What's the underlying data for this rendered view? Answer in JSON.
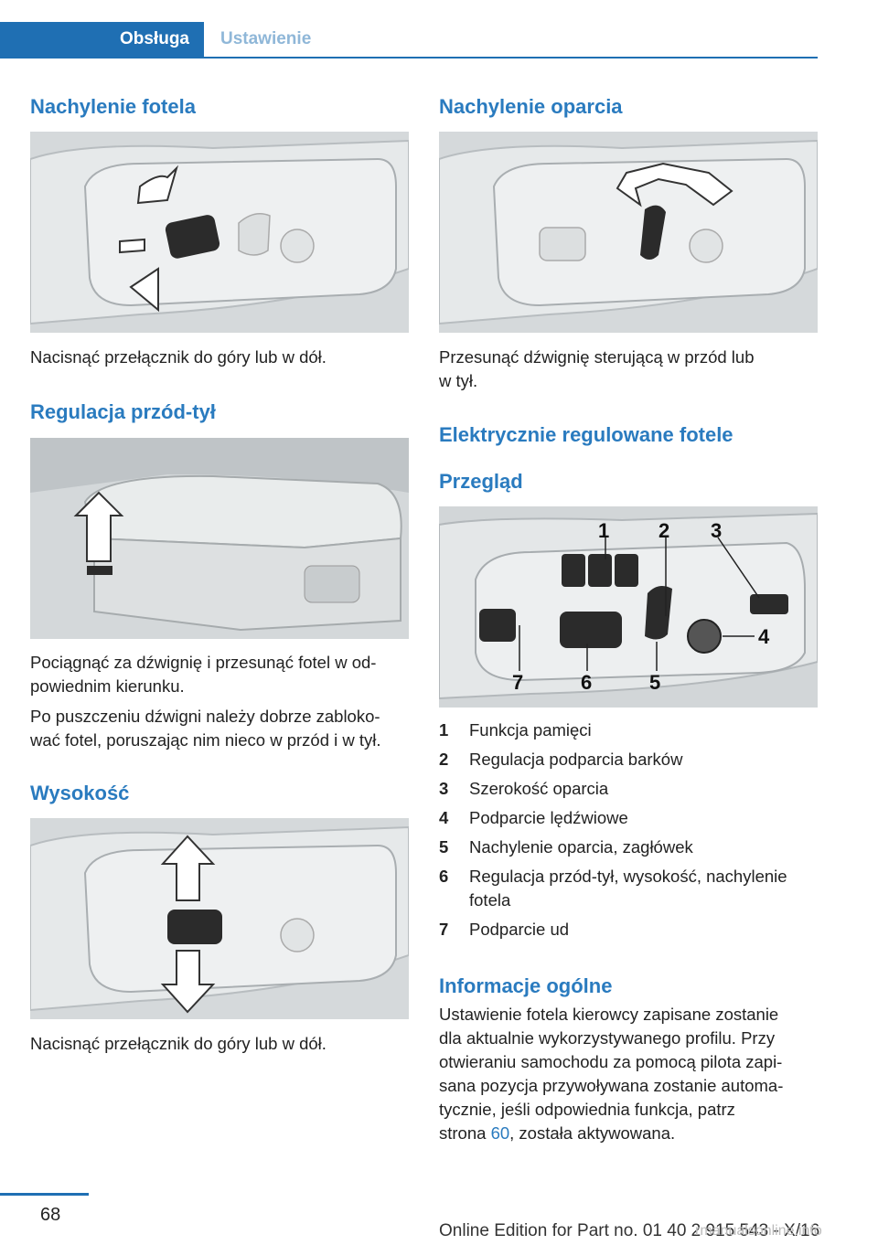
{
  "header": {
    "tab_active": "Obsługa",
    "tab_inactive": "Ustawienie"
  },
  "left": {
    "s1_title": "Nachylenie fotela",
    "s1_text": "Nacisnąć przełącznik do góry lub w dół.",
    "s2_title": "Regulacja przód-tył",
    "s2_text1_l1": "Pociągnąć za dźwignię i przesunąć fotel w od‐",
    "s2_text1_l2": "powiednim kierunku.",
    "s2_text2_l1": "Po puszczeniu dźwigni należy dobrze zabloko‐",
    "s2_text2_l2": "wać fotel, poruszając nim nieco w przód i w tył.",
    "s3_title": "Wysokość",
    "s3_text": "Nacisnąć przełącznik do góry lub w dół."
  },
  "right": {
    "s1_title": "Nachylenie oparcia",
    "s1_text_l1": "Przesunąć dźwignię sterującą w przód lub",
    "s1_text_l2": "w tył.",
    "s2_title": "Elektrycznie regulowane fotele",
    "s2_sub": "Przegląd",
    "callouts": [
      "1",
      "2",
      "3",
      "4",
      "5",
      "6",
      "7"
    ],
    "legend": [
      {
        "num": "1",
        "text": "Funkcja pamięci"
      },
      {
        "num": "2",
        "text": "Regulacja podparcia barków"
      },
      {
        "num": "3",
        "text": "Szerokość oparcia"
      },
      {
        "num": "4",
        "text": "Podparcie lędźwiowe"
      },
      {
        "num": "5",
        "text": "Nachylenie oparcia, zagłówek"
      },
      {
        "num": "6",
        "text": "Regulacja przód-tył, wysokość, nachylenie fotela"
      },
      {
        "num": "7",
        "text": "Podparcie ud"
      }
    ],
    "s3_title": "Informacje ogólne",
    "s3_l1": "Ustawienie fotela kierowcy zapisane zostanie",
    "s3_l2": "dla aktualnie wykorzystywanego profilu. Przy",
    "s3_l3": "otwieraniu samochodu za pomocą pilota zapi‐",
    "s3_l4": "sana pozycja przywoływana zostanie automa‐",
    "s3_l5": "tycznie, jeśli odpowiednia funkcja, patrz",
    "s3_l6_pre": "strona ",
    "s3_l6_link": "60",
    "s3_l6_post": ", została aktywowana."
  },
  "footer": {
    "page": "68",
    "edition": "Online Edition for Part no. 01 40 2 915 543 - X/16",
    "watermark": "rmanualsonline.info"
  }
}
